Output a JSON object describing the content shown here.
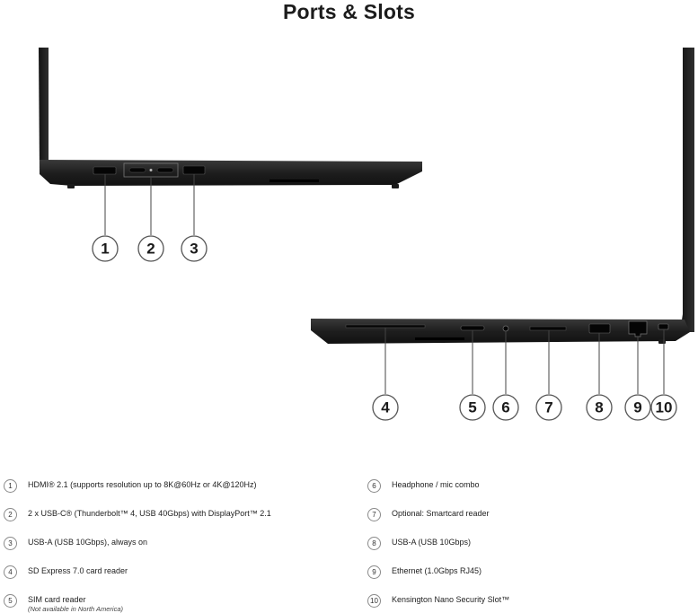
{
  "title": "Ports & Slots",
  "callouts_left": [
    "1",
    "2",
    "3"
  ],
  "callouts_right": [
    "4",
    "5",
    "6",
    "7",
    "8",
    "9",
    "10"
  ],
  "legend": [
    {
      "num": "1",
      "text": "HDMI® 2.1 (supports resolution up to 8K@60Hz or 4K@120Hz)"
    },
    {
      "num": "2",
      "text": "2 x USB-C® (Thunderbolt™ 4, USB 40Gbps) with DisplayPort™ 2.1"
    },
    {
      "num": "3",
      "text": "USB-A (USB 10Gbps), always on"
    },
    {
      "num": "4",
      "text": "SD Express 7.0 card reader"
    },
    {
      "num": "5",
      "text": "SIM card reader",
      "note": "(Not available in North America)"
    },
    {
      "num": "6",
      "text": "Headphone / mic combo"
    },
    {
      "num": "7",
      "text": "Optional: Smartcard reader"
    },
    {
      "num": "8",
      "text": "USB-A (USB 10Gbps)"
    },
    {
      "num": "9",
      "text": "Ethernet (1.0Gbps RJ45)"
    },
    {
      "num": "10",
      "text": "Kensington Nano Security Slot™"
    }
  ]
}
